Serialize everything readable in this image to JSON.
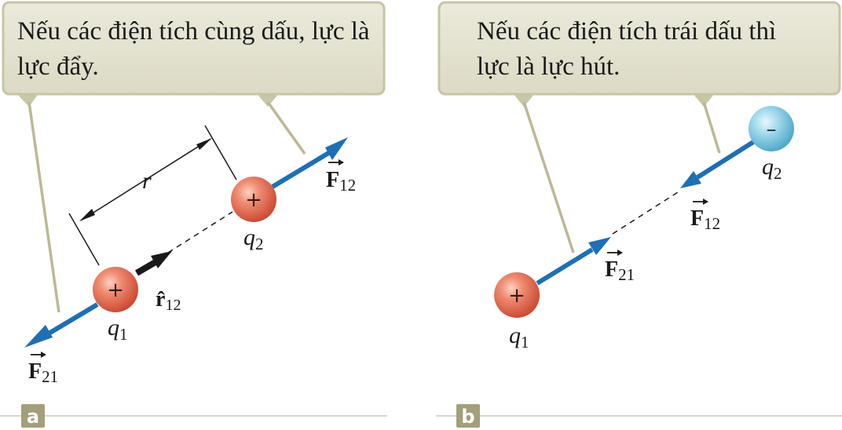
{
  "panel_a": {
    "callout": "Nếu các điện tích cùng dấu, lực là lực đẩy.",
    "distance_label": "r",
    "charge1": {
      "sign": "+",
      "label": "q",
      "sub": "1"
    },
    "charge2": {
      "sign": "+",
      "label": "q",
      "sub": "2"
    },
    "unit_vector": {
      "label": "r̂",
      "sub": "12"
    },
    "force_12": {
      "label": "F",
      "sub": "12"
    },
    "force_21": {
      "label": "F",
      "sub": "21"
    },
    "tag": "a"
  },
  "panel_b": {
    "callout": "Nếu các điện tích trái dấu thì lực là lực hút.",
    "charge1": {
      "sign": "+",
      "label": "q",
      "sub": "1"
    },
    "charge2": {
      "sign": "–",
      "label": "q",
      "sub": "2"
    },
    "force_12": {
      "label": "F",
      "sub": "12"
    },
    "force_21": {
      "label": "F",
      "sub": "21"
    },
    "tag": "b"
  },
  "colors": {
    "callout_fill": "#e6e5d4",
    "callout_border": "#c4c1a3",
    "pointer": "#bcb897",
    "force_arrow": "#1f6fb4",
    "unit_arrow": "#1a1a1a",
    "positive_charge": "#e4604a",
    "negative_charge": "#7ec8e2",
    "tag_fill": "#a39f7c"
  }
}
